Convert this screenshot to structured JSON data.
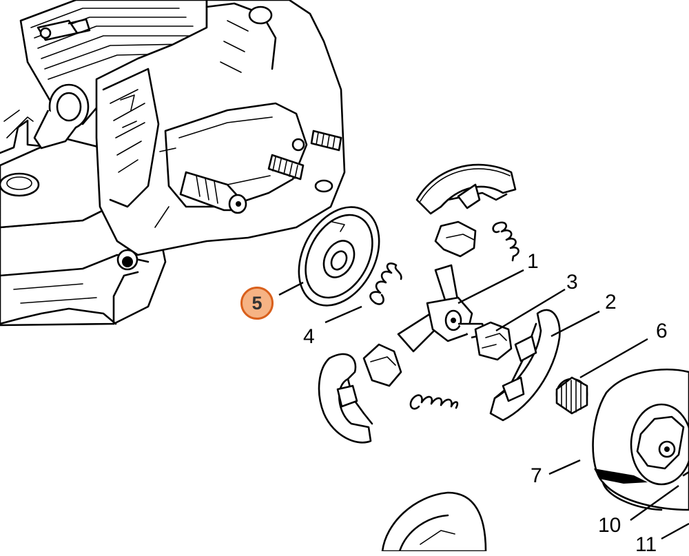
{
  "diagram": {
    "highlighted_part": "5",
    "callouts": [
      "1",
      "2",
      "3",
      "4",
      "6",
      "7",
      "10",
      "11"
    ],
    "highlight_colors": {
      "fill": "#f6b384",
      "border": "#d9601c"
    }
  }
}
